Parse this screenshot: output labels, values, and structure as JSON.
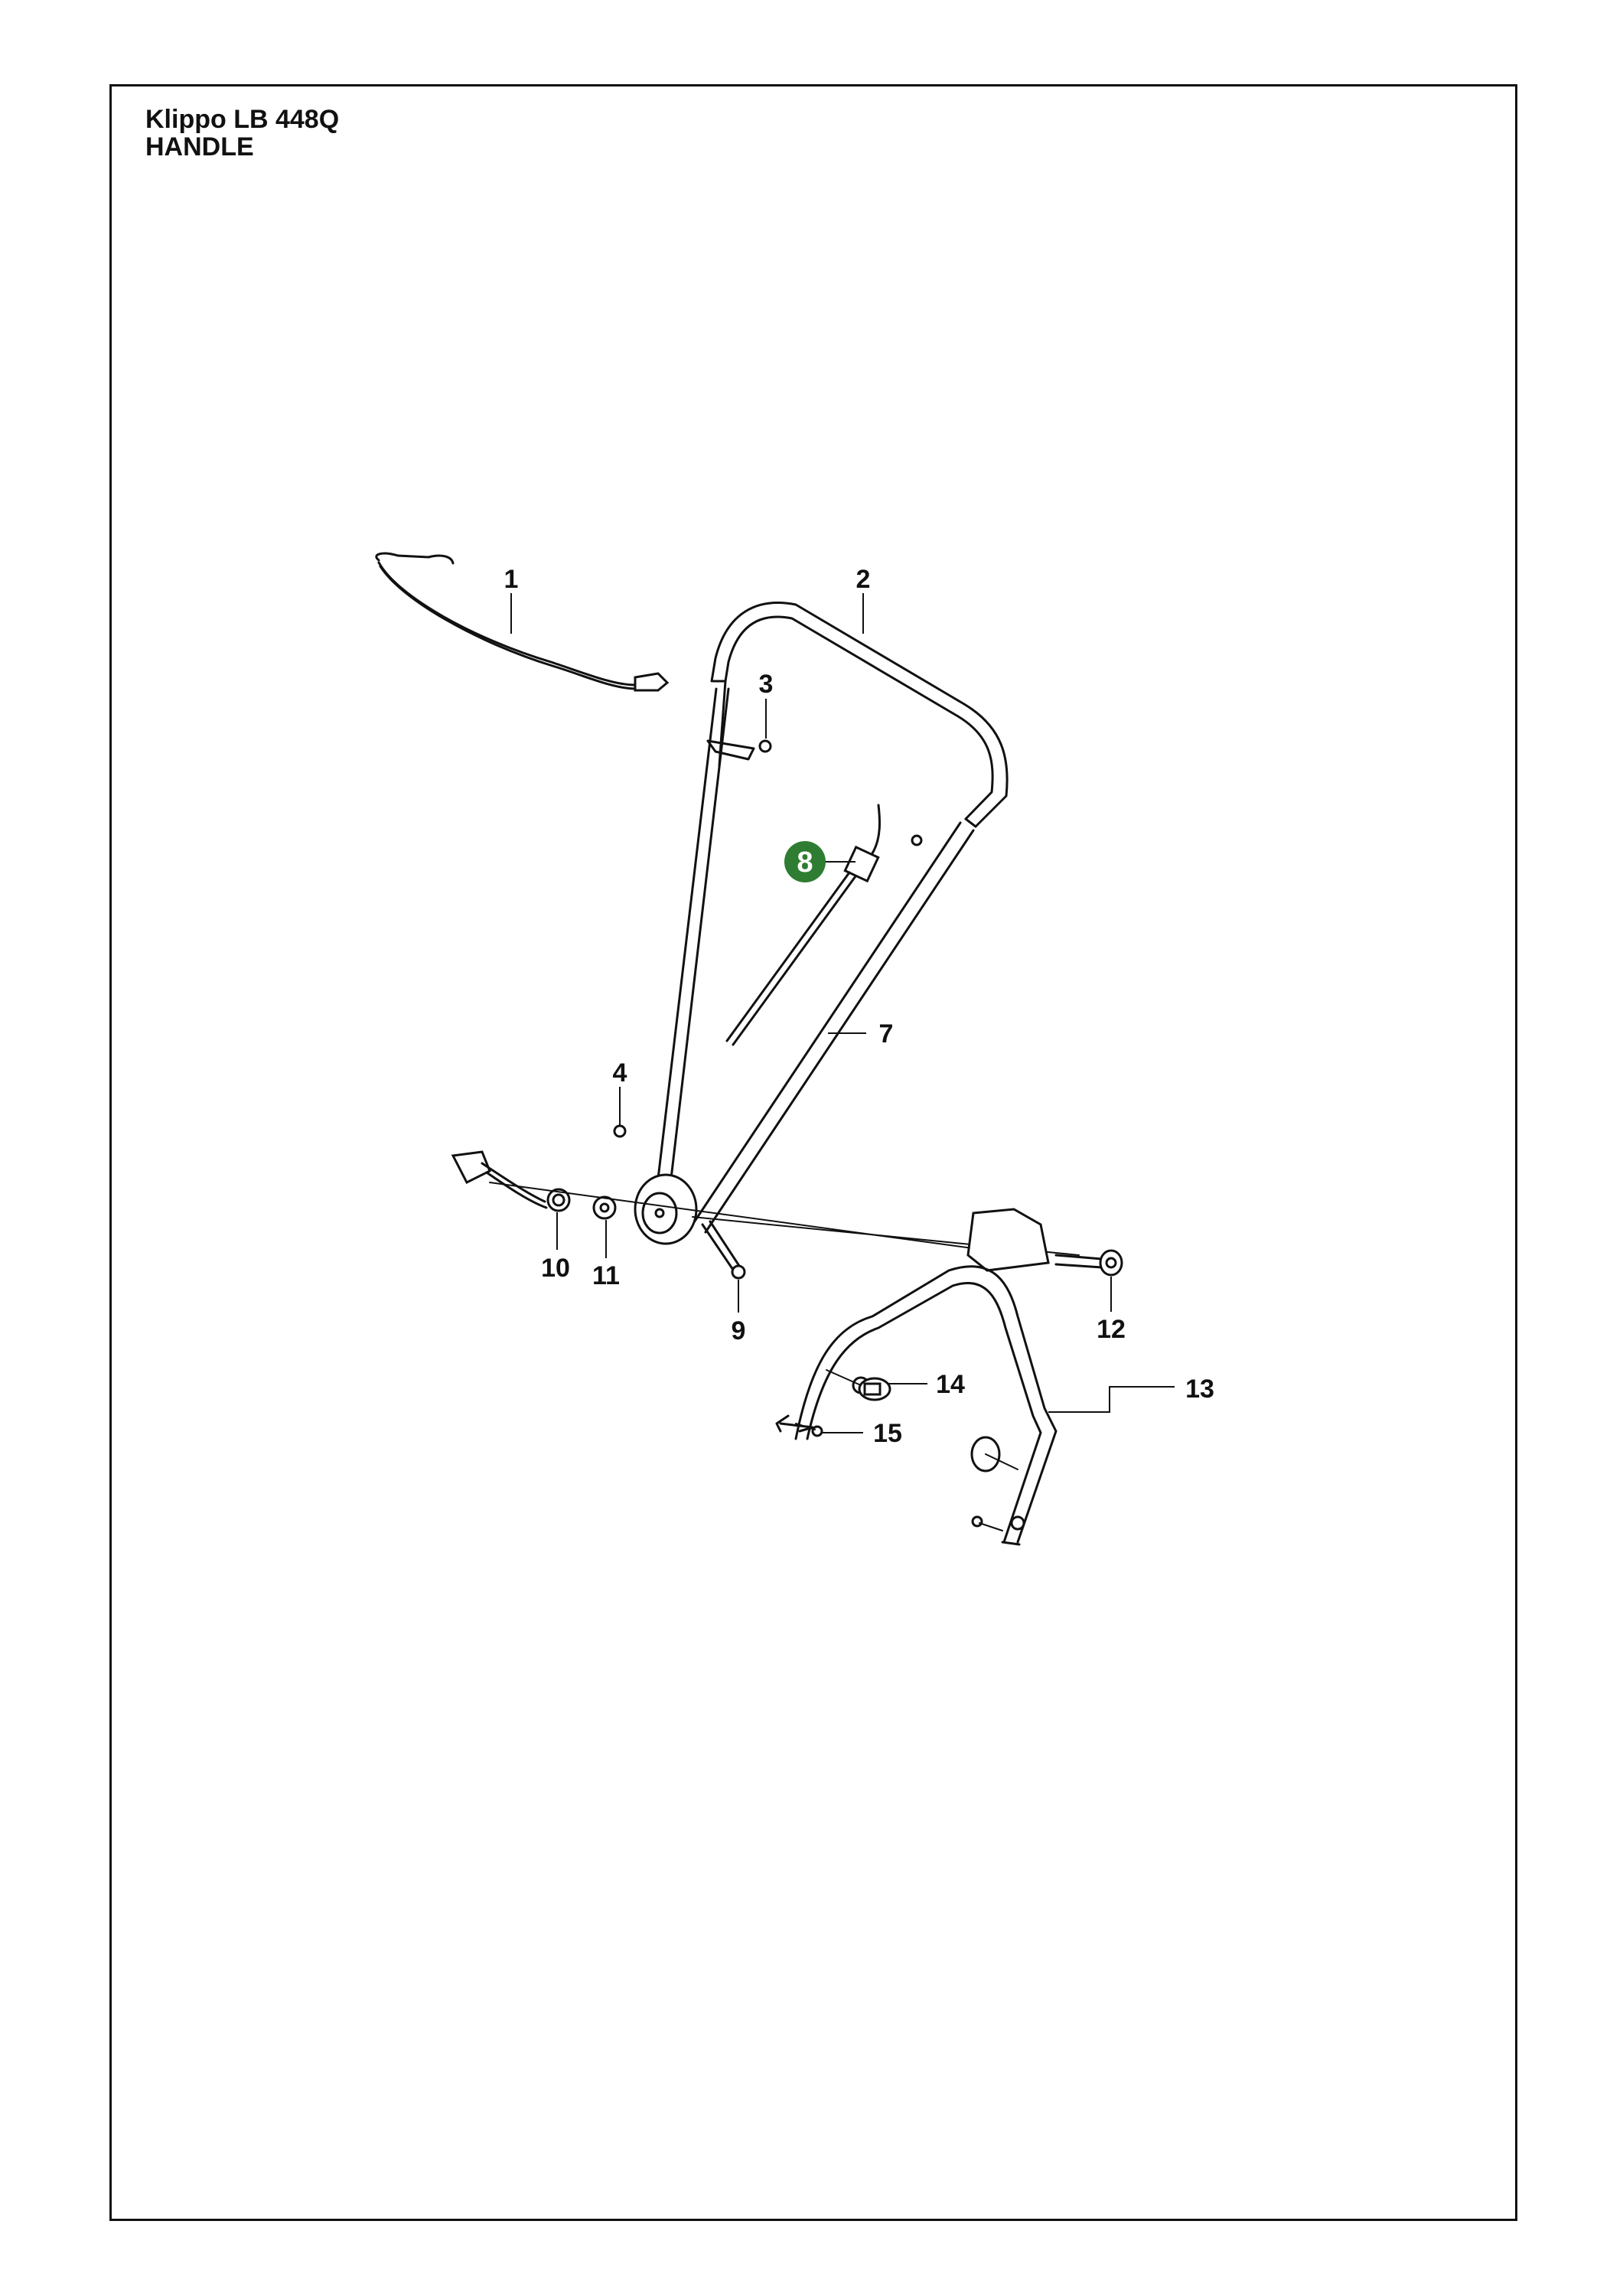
{
  "document": {
    "model": "Klippo LB 448Q",
    "section": "HANDLE"
  },
  "callouts": [
    {
      "id": "1",
      "label": "1"
    },
    {
      "id": "2",
      "label": "2"
    },
    {
      "id": "3",
      "label": "3"
    },
    {
      "id": "4",
      "label": "4"
    },
    {
      "id": "7",
      "label": "7"
    },
    {
      "id": "8",
      "label": "8",
      "highlighted": true
    },
    {
      "id": "9",
      "label": "9"
    },
    {
      "id": "10",
      "label": "10"
    },
    {
      "id": "11",
      "label": "11"
    },
    {
      "id": "12",
      "label": "12"
    },
    {
      "id": "13",
      "label": "13"
    },
    {
      "id": "14",
      "label": "14"
    },
    {
      "id": "15",
      "label": "15"
    }
  ],
  "colors": {
    "highlight": "#2e7d32",
    "line": "#111111",
    "background": "#ffffff"
  }
}
